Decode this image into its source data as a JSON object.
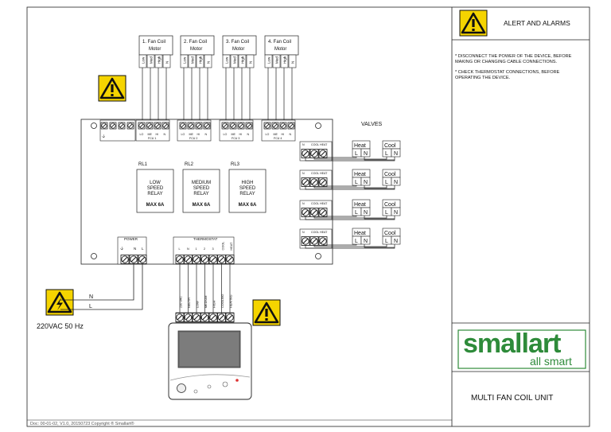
{
  "sidebar": {
    "alert_title": "ALERT AND ALARMS",
    "warnings": [
      [
        "* DISCONNECT THE POWER OF THE DEVICE, BEFORE",
        "MAKING OR CHANGING CABLE CONNECTIONS."
      ],
      [
        "* CHECK THERMOSTAT CONNECTIONS, BEFORE",
        "OPERATING THE DEVICE."
      ]
    ],
    "logo_main": "smallart",
    "logo_sub": "all smart",
    "product": "MULTI FAN COIL UNIT"
  },
  "footer": "Doc: 00-01-02, V1.0, 20150723 Copyright ® Smallart®",
  "motors": [
    {
      "label": [
        "1. Fan Coil",
        "Motor"
      ],
      "pins": [
        "Low",
        "Med",
        "High",
        "N"
      ]
    },
    {
      "label": [
        "2. Fan Coil",
        "Motor"
      ],
      "pins": [
        "Low",
        "Med",
        "High",
        "N"
      ]
    },
    {
      "label": [
        "3. Fan Coil",
        "Motor"
      ],
      "pins": [
        "Low",
        "Med",
        "High",
        "N"
      ]
    },
    {
      "label": [
        "4. Fan Coil",
        "Motor"
      ],
      "pins": [
        "Low",
        "Med",
        "High",
        "N"
      ]
    }
  ],
  "fcu": {
    "pin_labels": [
      "LO",
      "ME",
      "HI",
      "N"
    ],
    "group_labels": [
      "FCU 1",
      "FCU 2",
      "FCU 3",
      "FCU 4"
    ]
  },
  "relays": [
    {
      "id": "RL1",
      "lines": [
        "LOW",
        "SPEED",
        "RELAY"
      ],
      "max": "MAX 6A"
    },
    {
      "id": "RL2",
      "lines": [
        "MEDIUM",
        "SPEED",
        "RELAY"
      ],
      "max": "MAX 6A"
    },
    {
      "id": "RL3",
      "lines": [
        "HIGH",
        "SPEED",
        "RELAY"
      ],
      "max": "MAX 6A"
    }
  ],
  "valves": {
    "title": "VALVES",
    "terminal_labels": [
      "N",
      "COOL",
      "HEAT"
    ],
    "heat": "Heat",
    "cool": "Cool",
    "l": "L",
    "n": "N"
  },
  "power": {
    "title": "POWER",
    "pins": [
      "N",
      "L"
    ],
    "wire_n": "N",
    "wire_l": "L",
    "supply": "220VAC 50 Hz"
  },
  "thermostat": {
    "title": "THERMOSTAT",
    "pins": [
      "L",
      "N",
      "1",
      "2",
      "3",
      "COOL",
      "HEAT"
    ],
    "wire_labels": [
      "230 VAC",
      "NEUTR",
      "LOW",
      "MEDIUM",
      "HIGH",
      "COOLING",
      "HEATING"
    ]
  }
}
